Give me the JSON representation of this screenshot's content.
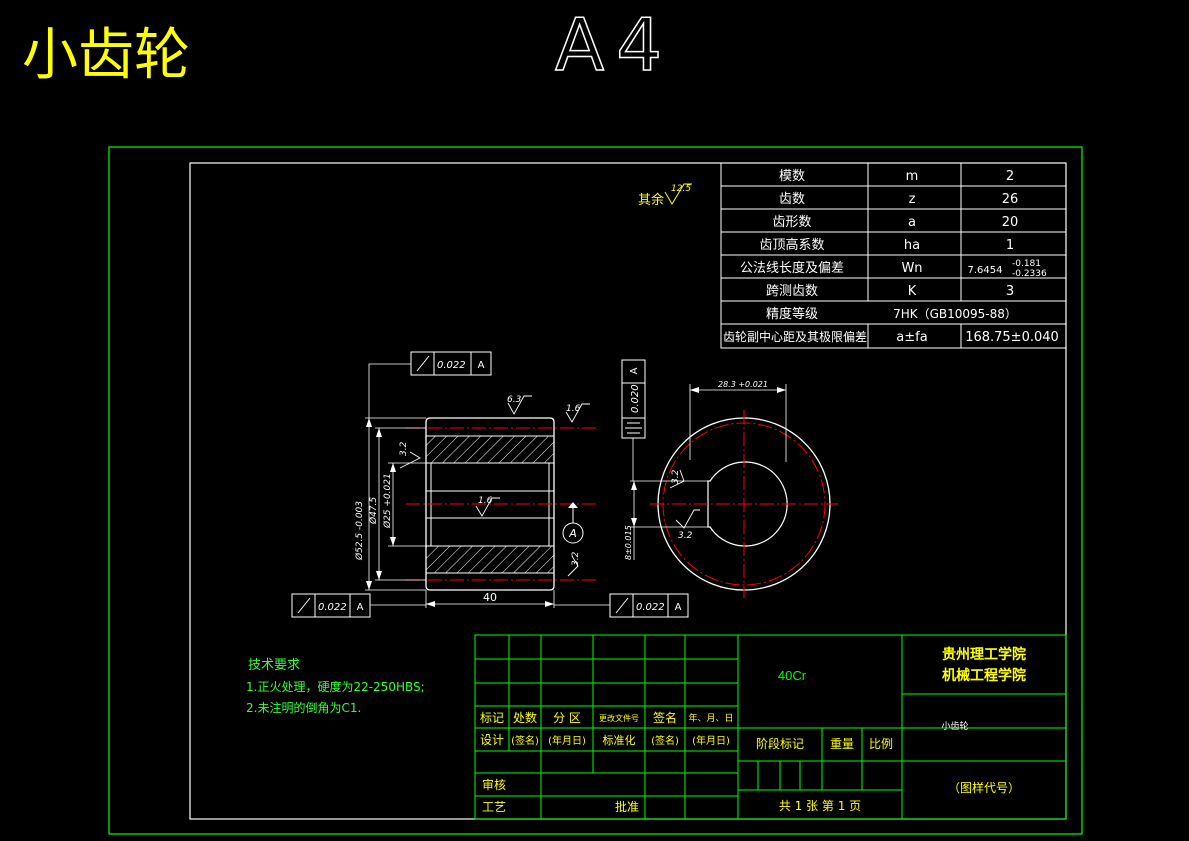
{
  "header": {
    "drawing_name": "小齿轮",
    "sheet_size": "A4"
  },
  "colors": {
    "background": "#000000",
    "frame": "#00ff00",
    "white": "#ffffff",
    "yellow": "#ffff00",
    "red": "#ff0000",
    "cyan": "#00ffff",
    "green": "#33ff33"
  },
  "surface_roughness_rest": {
    "label": "其余",
    "value": "12.5"
  },
  "gear_params": [
    {
      "name": "模数",
      "symbol": "m",
      "value": "2"
    },
    {
      "name": "齿数",
      "symbol": "z",
      "value": "26"
    },
    {
      "name": "齿形数",
      "symbol": "a",
      "value": "20"
    },
    {
      "name": "齿顶高系数",
      "symbol": "ha",
      "value": "1"
    },
    {
      "name": "公法线长度及偏差",
      "symbol": "Wn",
      "value": "7.6454",
      "tol_upper": "-0.181",
      "tol_lower": "-0.2336"
    },
    {
      "name": "跨测齿数",
      "symbol": "K",
      "value": "3"
    },
    {
      "name": "精度等级",
      "merged": "7HK（GB10095-88）"
    },
    {
      "name": "齿轮副中心距及其极限偏差",
      "symbol": "a±fa",
      "value": "168.75±0.040"
    }
  ],
  "dimensions": {
    "length": "40",
    "outer_dia": "Ø52.5 -0.003",
    "bore_dia": "Ø25 +0.021",
    "pitch_dia": "Ø47.5",
    "keyway_depth": "28.3 +0.021",
    "keyway_width": "8±0.015",
    "fcf_runout_top": "0.022",
    "fcf_runout_left": "0.022",
    "fcf_runout_right": "0.022",
    "fcf_sym": "0.020",
    "datum": "A",
    "rough": [
      "6.3",
      "1.6",
      "3.2",
      "1.6",
      "3.2",
      "3.2",
      "3.2"
    ]
  },
  "tech_req": {
    "title": "技术要求",
    "items": [
      "1.正火处理，硬度为22-250HBS;",
      "2.未注明的倒角为C1."
    ]
  },
  "title_block": {
    "material": "40Cr",
    "school_1": "贵州理工学院",
    "school_2": "机械工程学院",
    "part_name": "小齿轮",
    "drawing_code": "（图样代号）",
    "sheets": "共 1 张 第 1 页",
    "rev_headers": [
      "标记",
      "处数",
      "分 区",
      "更改文件号",
      "签名",
      "年、月、日"
    ],
    "design_row": [
      "设计",
      "(签名)",
      "(年月日)",
      "标准化",
      "(签名)",
      "(年月日)"
    ],
    "review": "审核",
    "process": "工艺",
    "approve": "批准",
    "stage_headers": [
      "阶段标记",
      "重量",
      "比例"
    ]
  }
}
